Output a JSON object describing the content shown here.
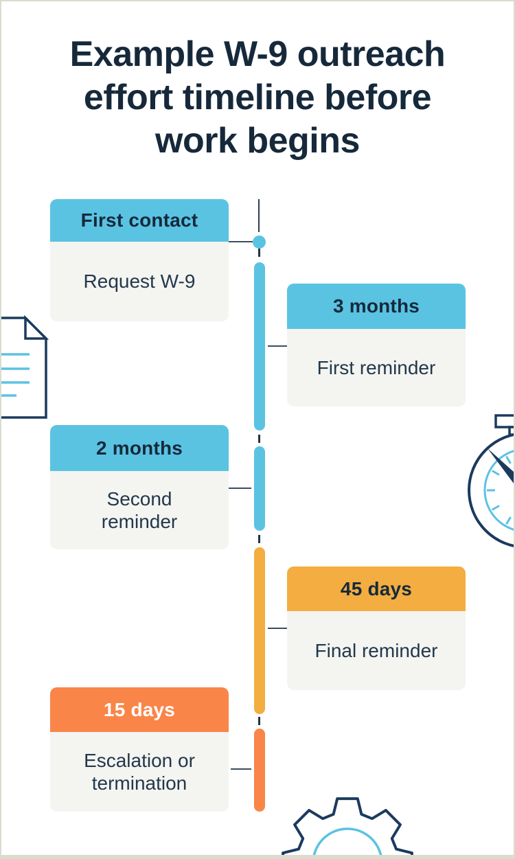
{
  "header": {
    "title_lines": [
      "Example W-9 outreach",
      "effort timeline before",
      "work begins"
    ]
  },
  "timeline": {
    "milestones": [
      {
        "label": "First contact",
        "description": "Request W-9",
        "side": "left",
        "header_color": "#5AC3E2",
        "label_text_color": "#16293B"
      },
      {
        "label": "3 months",
        "description": "First reminder",
        "side": "right",
        "header_color": "#5AC3E2",
        "label_text_color": "#16293B"
      },
      {
        "label": "2 months",
        "description": "Second reminder",
        "side": "left",
        "header_color": "#5AC3E2",
        "label_text_color": "#16293B"
      },
      {
        "label": "45 days",
        "description": "Final reminder",
        "side": "right",
        "header_color": "#F3AD41",
        "label_text_color": "#16293B"
      },
      {
        "label": "15 days",
        "description": "Escalation or termination",
        "side": "left",
        "header_color": "#F98549",
        "label_text_color": "#FFFFFF"
      }
    ]
  },
  "colors": {
    "blue": "#5AC3E2",
    "amber": "#F3AD41",
    "orange": "#F98549",
    "title_text": "#16293B",
    "body_text": "#22384A",
    "card_background": "#F4F4F1",
    "connector": "#3C4C5E",
    "icon_outline_navy": "#1B3A5E",
    "icon_accent_blue": "#5BC2E2",
    "frame_border": "#DCDBD0"
  },
  "icons": [
    {
      "name": "document-icon"
    },
    {
      "name": "stopwatch-icon"
    },
    {
      "name": "gear-icon"
    }
  ]
}
